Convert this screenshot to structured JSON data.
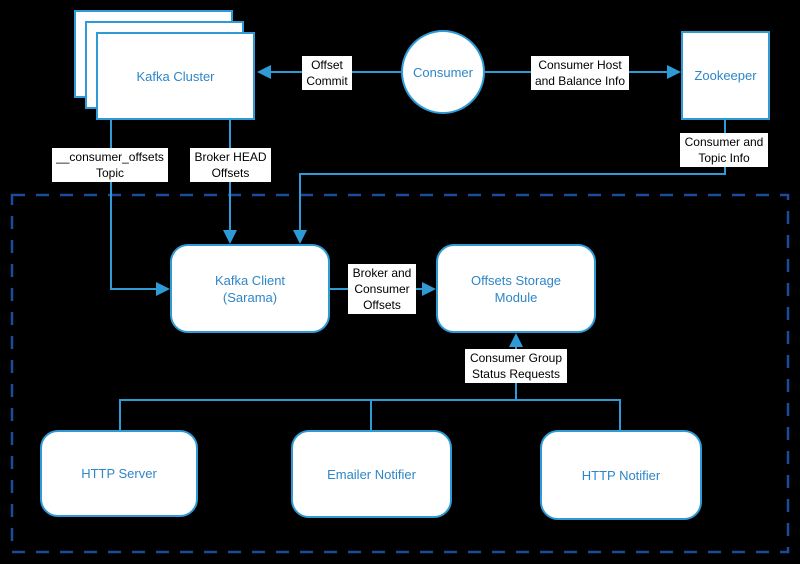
{
  "diagram": {
    "title": "Kafka consumer offsets monitoring architecture",
    "colors": {
      "background": "#000000",
      "stroke": "#2E9BD6",
      "node_fill": "#FFFFFF",
      "node_text": "#2E86C6",
      "boundary_dashed": "#1A4C9B",
      "edge_label_bg": "#FFFFFF",
      "edge_label_text": "#000000"
    },
    "nodes": {
      "kafka_cluster": {
        "label": "Kafka Cluster",
        "lines": [
          "Kafka Cluster"
        ],
        "shape": "stacked-rectangles"
      },
      "consumer": {
        "label": "Consumer",
        "lines": [
          "Consumer"
        ],
        "shape": "circle"
      },
      "zookeeper": {
        "label": "Zookeeper",
        "lines": [
          "Zookeeper"
        ],
        "shape": "rectangle"
      },
      "kafka_client": {
        "label": "Kafka Client (Sarama)",
        "lines": [
          "Kafka Client",
          "(Sarama)"
        ],
        "shape": "rounded-rectangle"
      },
      "offsets_storage": {
        "label": "Offsets Storage Module",
        "lines": [
          "Offsets Storage",
          "Module"
        ],
        "shape": "rounded-rectangle"
      },
      "http_server": {
        "label": "HTTP Server",
        "lines": [
          "HTTP Server"
        ],
        "shape": "rounded-rectangle"
      },
      "emailer_notifier": {
        "label": "Emailer Notifier",
        "lines": [
          "Emailer Notifier"
        ],
        "shape": "rounded-rectangle"
      },
      "http_notifier": {
        "label": "HTTP Notifier",
        "lines": [
          "HTTP Notifier"
        ],
        "shape": "rounded-rectangle"
      }
    },
    "edges": {
      "offset_commit": {
        "label": "Offset Commit",
        "lines": [
          "Offset",
          "Commit"
        ],
        "from": "consumer",
        "to": "kafka_cluster"
      },
      "consumer_host_balance": {
        "label": "Consumer Host and Balance Info",
        "lines": [
          "Consumer Host",
          "and Balance Info"
        ],
        "from": "consumer",
        "to": "zookeeper"
      },
      "consumer_topic_info": {
        "label": "Consumer and Topic Info",
        "lines": [
          "Consumer and",
          "Topic Info"
        ],
        "from": "zookeeper",
        "to": "kafka_client"
      },
      "consumer_offsets_topic": {
        "label": "__consumer_offsets Topic",
        "lines": [
          "__consumer_offsets",
          "Topic"
        ],
        "from": "kafka_cluster",
        "to": "kafka_client"
      },
      "broker_head_offsets": {
        "label": "Broker HEAD Offsets",
        "lines": [
          "Broker HEAD",
          "Offsets"
        ],
        "from": "kafka_cluster",
        "to": "kafka_client"
      },
      "broker_consumer_offsets": {
        "label": "Broker and Consumer Offsets",
        "lines": [
          "Broker and",
          "Consumer",
          "Offsets"
        ],
        "from": "kafka_client",
        "to": "offsets_storage"
      },
      "consumer_group_status": {
        "label": "Consumer Group Status Requests",
        "lines": [
          "Consumer Group",
          "Status Requests"
        ],
        "from": "notifier-bus",
        "to": "offsets_storage"
      }
    }
  }
}
